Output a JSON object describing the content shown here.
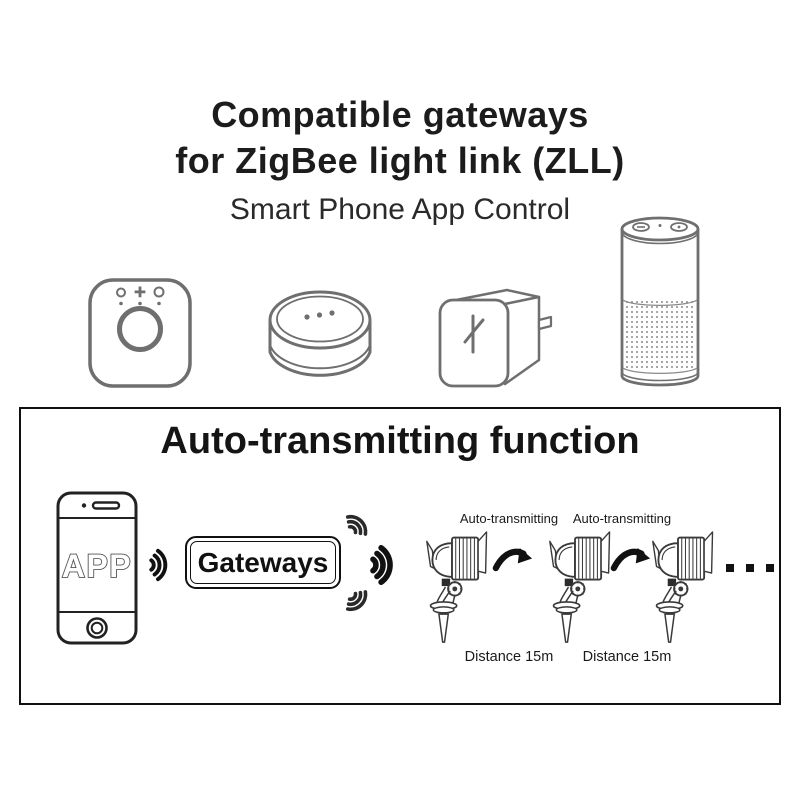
{
  "header": {
    "title_line1": "Compatible gateways",
    "title_line2": "for ZigBee light link (ZLL)",
    "subtitle": "Smart Phone App Control"
  },
  "devices": {
    "icons": [
      "hue-bridge-gateway-icon",
      "round-puck-gateway-icon",
      "plug-cube-gateway-icon",
      "echo-speaker-icon"
    ]
  },
  "auto_section": {
    "heading": "Auto-transmitting function",
    "app_label": "APP",
    "gateways_label": "Gateways",
    "hop1": {
      "label": "Auto-transmitting",
      "distance": "Distance 15m"
    },
    "hop2": {
      "label": "Auto-transmitting",
      "distance": "Distance 15m"
    }
  },
  "colors": {
    "ink": "#111111",
    "device_line": "#6f6f6f",
    "spotlight_line": "#3a3a3a"
  }
}
